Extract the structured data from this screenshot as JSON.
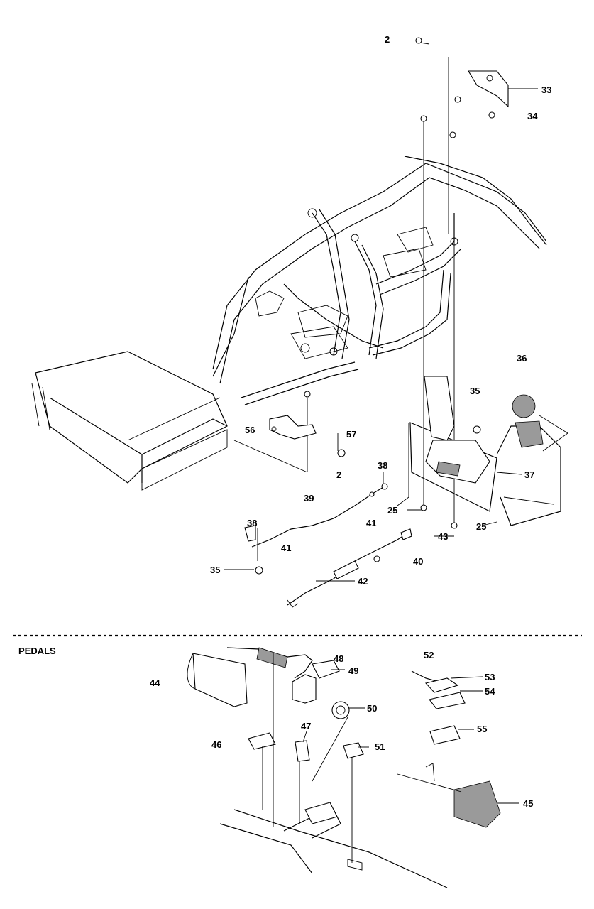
{
  "section_title": "PEDALS",
  "callouts": [
    {
      "id": "c-2-top",
      "text": "2"
    },
    {
      "id": "c-33",
      "text": "33"
    },
    {
      "id": "c-34",
      "text": "34"
    },
    {
      "id": "c-36",
      "text": "36"
    },
    {
      "id": "c-35-right",
      "text": "35"
    },
    {
      "id": "c-56",
      "text": "56"
    },
    {
      "id": "c-57",
      "text": "57"
    },
    {
      "id": "c-2-mid",
      "text": "2"
    },
    {
      "id": "c-38-right",
      "text": "38"
    },
    {
      "id": "c-37",
      "text": "37"
    },
    {
      "id": "c-39",
      "text": "39"
    },
    {
      "id": "c-25-left",
      "text": "25"
    },
    {
      "id": "c-41-right",
      "text": "41"
    },
    {
      "id": "c-25-right",
      "text": "25"
    },
    {
      "id": "c-38-left",
      "text": "38"
    },
    {
      "id": "c-43",
      "text": "43"
    },
    {
      "id": "c-41-left",
      "text": "41"
    },
    {
      "id": "c-40",
      "text": "40"
    },
    {
      "id": "c-35-left",
      "text": "35"
    },
    {
      "id": "c-42",
      "text": "42"
    },
    {
      "id": "c-52",
      "text": "52"
    },
    {
      "id": "c-48",
      "text": "48"
    },
    {
      "id": "c-49",
      "text": "49"
    },
    {
      "id": "c-53",
      "text": "53"
    },
    {
      "id": "c-44",
      "text": "44"
    },
    {
      "id": "c-54",
      "text": "54"
    },
    {
      "id": "c-50",
      "text": "50"
    },
    {
      "id": "c-47",
      "text": "47"
    },
    {
      "id": "c-55",
      "text": "55"
    },
    {
      "id": "c-46",
      "text": "46"
    },
    {
      "id": "c-51",
      "text": "51"
    },
    {
      "id": "c-45",
      "text": "45"
    }
  ]
}
